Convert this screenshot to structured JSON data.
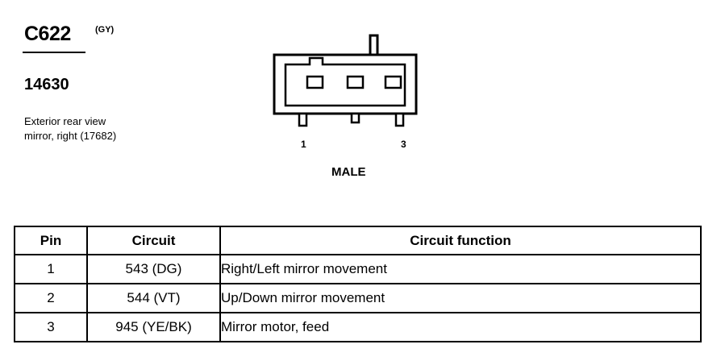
{
  "connector": {
    "id": "C622",
    "color_code": "(GY)",
    "part_number": "14630",
    "description_line1": "Exterior rear view",
    "description_line2": "mirror, right (17682)",
    "pin_label_1": "1",
    "pin_label_3": "3",
    "gender": "MALE"
  },
  "table": {
    "headers": [
      "Pin",
      "Circuit",
      "Circuit function"
    ],
    "rows": [
      {
        "pin": "1",
        "circuit": "543 (DG)",
        "function": "Right/Left mirror movement"
      },
      {
        "pin": "2",
        "circuit": "544 (VT)",
        "function": "Up/Down mirror movement"
      },
      {
        "pin": "3",
        "circuit": "945 (YE/BK)",
        "function": "Mirror motor, feed"
      }
    ]
  }
}
